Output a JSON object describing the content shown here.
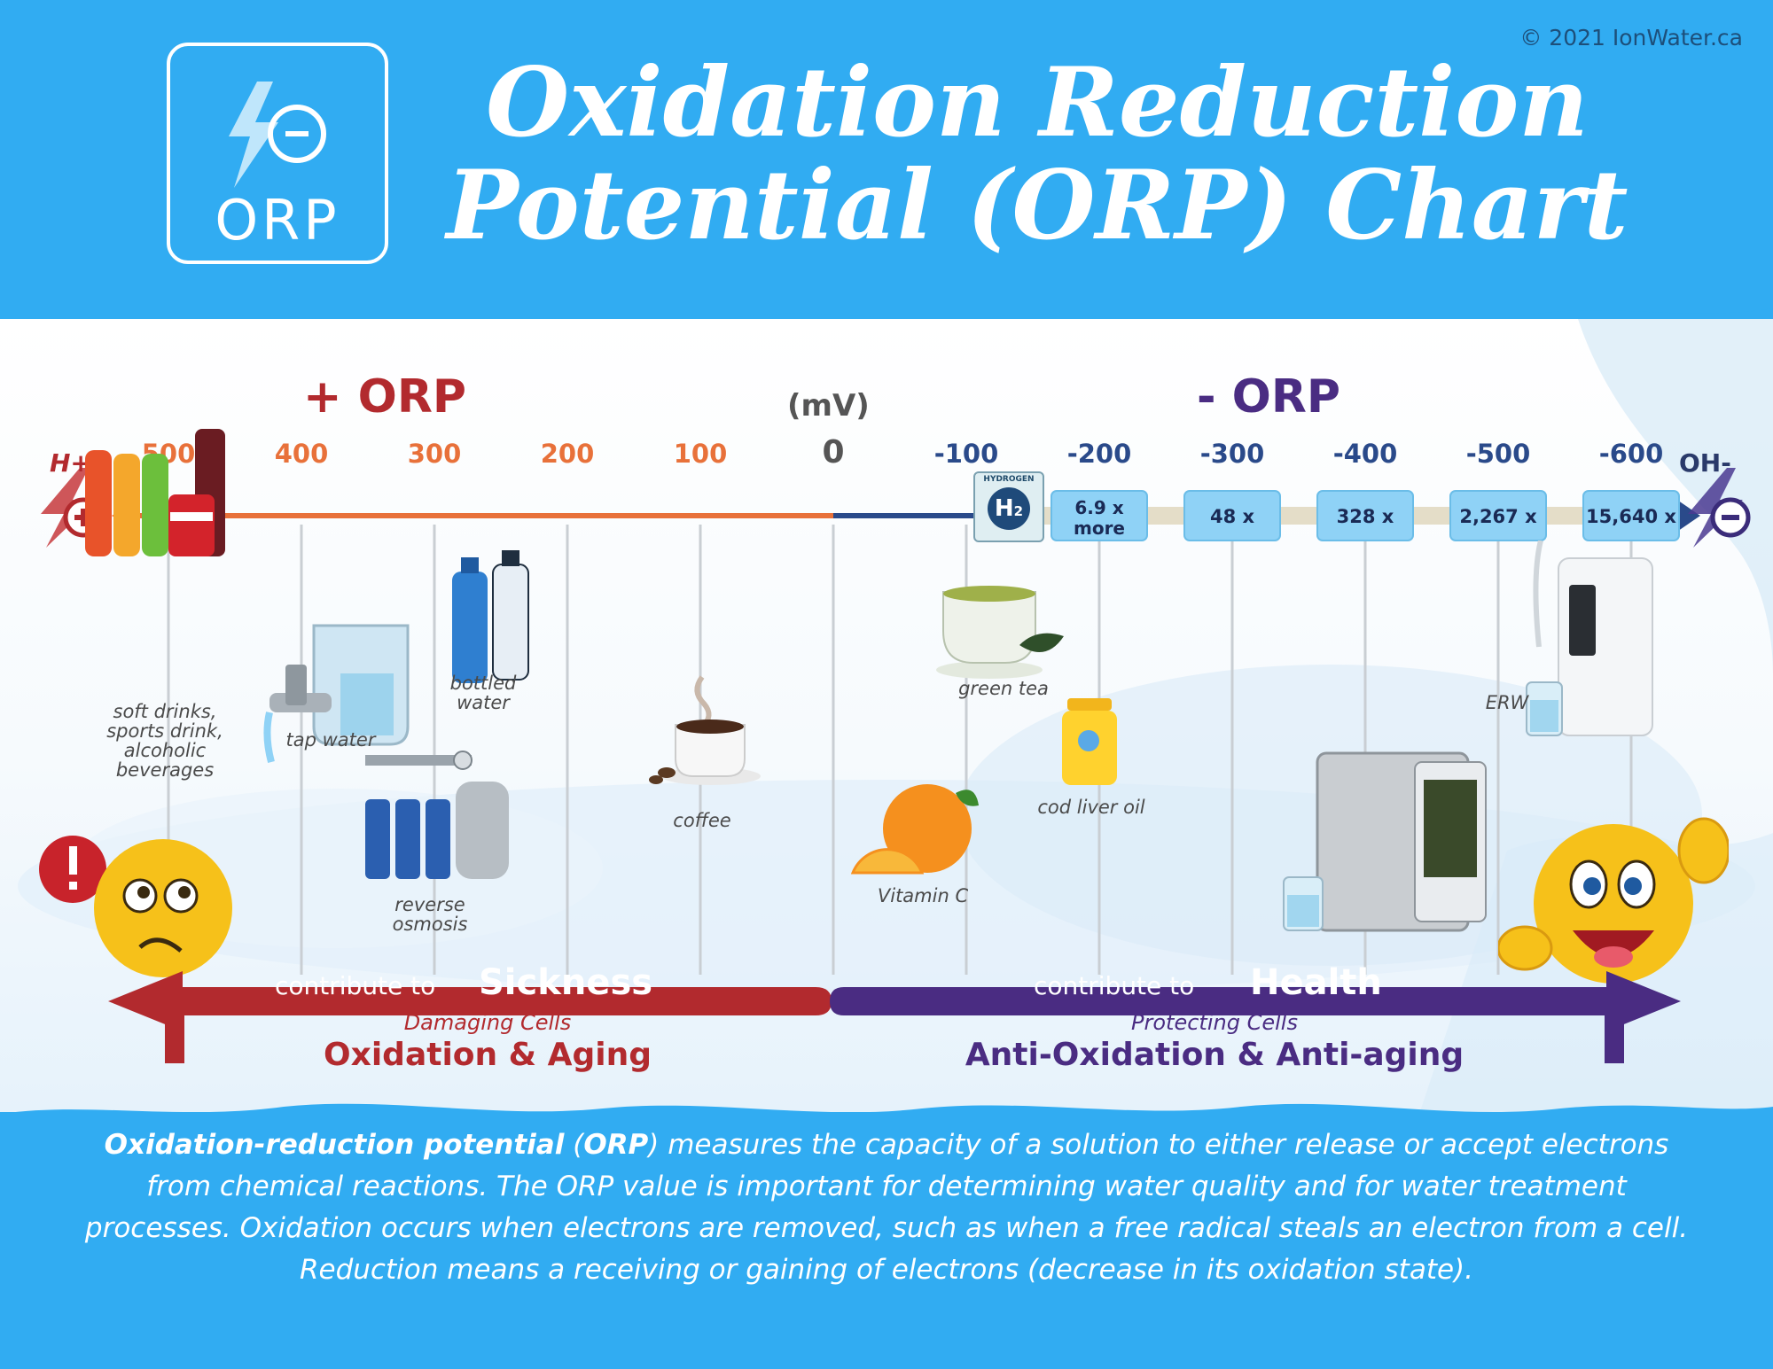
{
  "header": {
    "copyright": "© 2021 IonWater.ca",
    "logo_text": "ORP",
    "title_line1": "Oxidation Reduction",
    "title_line2": "Potential (ORP) Chart"
  },
  "scale": {
    "positive_heading": "+ ORP",
    "negative_heading": "- ORP",
    "unit": "(mV)",
    "left_end_label": "H+",
    "right_end_label": "OH-",
    "hydrogen_badge_caption": "HYDROGEN",
    "hydrogen_badge_symbol": "H",
    "hydrogen_badge_subscript": "2"
  },
  "chart_data": {
    "type": "number-line",
    "axis_unit": "mV",
    "x_ticks": [
      500,
      400,
      300,
      200,
      100,
      0,
      -100,
      -200,
      -300,
      -400,
      -500,
      -600
    ],
    "tick_labels": [
      "500",
      "400",
      "300",
      "200",
      "100",
      "0",
      "-100",
      "-200",
      "-300",
      "-400",
      "-500",
      "-600"
    ],
    "antioxidant_multipliers": [
      {
        "x": -200,
        "label": "6.9 x",
        "label2": "more"
      },
      {
        "x": -300,
        "label": "48 x"
      },
      {
        "x": -400,
        "label": "328 x"
      },
      {
        "x": -500,
        "label": "2,267 x"
      },
      {
        "x": -600,
        "label": "15,640 x"
      }
    ],
    "items": [
      {
        "label": "soft drinks, sports drink, alcoholic beverages",
        "x": 500
      },
      {
        "label": "tap water",
        "x": 380
      },
      {
        "label": "bottled water",
        "x": 245
      },
      {
        "label": "reverse osmosis",
        "x": 305
      },
      {
        "label": "coffee",
        "x": 95
      },
      {
        "label": "green tea",
        "x": -127
      },
      {
        "label": "cod liver oil",
        "x": -195
      },
      {
        "label": "Vitamin C",
        "x": -75
      },
      {
        "label": "ERW",
        "x": -520
      }
    ]
  },
  "bands": {
    "left_prefix": "contribute to",
    "left_word": "Sickness",
    "left_sub": "Damaging Cells",
    "left_bold": "Oxidation & Aging",
    "right_prefix": "contribute to",
    "right_word": "Health",
    "right_sub": "Protecting Cells",
    "right_bold": "Anti-Oxidation & Anti-aging"
  },
  "footer": {
    "term": "Oxidation-reduction potential",
    "open_paren": " (",
    "abbr": "ORP",
    "body": ") measures the capacity of a solution to either release or accept electrons from chemical reactions. The ORP value is important for determining water quality and for water treatment processes. Oxidation occurs when electrons are removed, such as when a free radical steals an electron from a cell. Reduction means a receiving or gaining of electrons (decrease in its oxidation state)."
  },
  "colors": {
    "header_blue": "#31acf2",
    "positive_red": "#b22a2e",
    "positive_orange": "#e8713a",
    "negative_purple": "#4a2c82",
    "negative_navy": "#2a4a8a",
    "badge_blue": "#8fd2f6"
  },
  "icons": [
    "lightning-bolt-icon",
    "minus-circle-icon",
    "plus-circle-icon",
    "exclamation-icon",
    "worried-emoji-icon",
    "happy-emoji-icon"
  ]
}
